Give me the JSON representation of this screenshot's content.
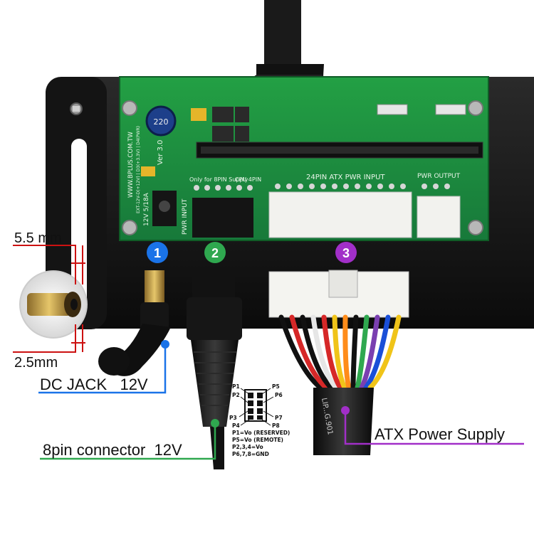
{
  "board": {
    "url": "WWW.BPLUS.COM.TW",
    "version": "Ver 3.0",
    "regulator_label": "EXT-12V-D(+12V) | D3(+3.3V) | D4(PWR)",
    "power_rating": "12V 5/18A",
    "pwr_input": "PWR INPUT",
    "only_8pin": "Only for 8PIN Supply",
    "cpu_4pin": "CPU 4PIN",
    "atx_header": "24PIN ATX PWR INPUT",
    "pwr_output": "PWR OUTPUT",
    "inductor_code": "220"
  },
  "badges": [
    {
      "label": "1",
      "color": "#1a73e8"
    },
    {
      "label": "2",
      "color": "#2fa84f"
    },
    {
      "label": "3",
      "color": "#a12fc8"
    }
  ],
  "dimensions": {
    "outer": "5.5 mm",
    "inner": "2.5mm"
  },
  "callouts": {
    "dc_jack": "DC JACK   12V",
    "eight_pin": "8pin connector  12V",
    "atx": "ATX Power Supply"
  },
  "pinmap": {
    "p1": "P1",
    "p2": "P2",
    "p3": "P3",
    "p4": "P4",
    "p5": "P5",
    "p6": "P6",
    "p7": "P7",
    "p8": "P8",
    "legend": [
      "P1=Vo (RESERVED)",
      "P5=Vo (REMOTE)",
      "P2,3,4=Vo",
      "P6,7,8=GND"
    ]
  },
  "cable_print": "LIP...G.901",
  "colors": {
    "dc_jack": "#1a73e8",
    "eight_pin": "#2fa84f",
    "atx": "#a12fc8",
    "pcb": "#1e8a3a",
    "bracket": "#111111",
    "dimension": "#cc1111"
  }
}
